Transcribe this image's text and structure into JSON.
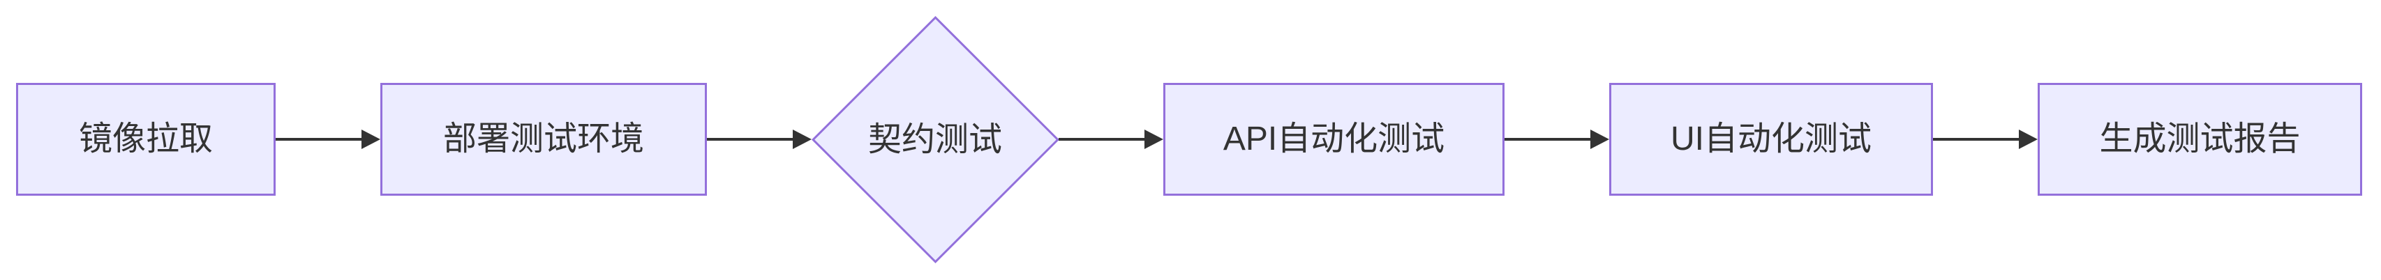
{
  "diagram": {
    "type": "flowchart",
    "direction": "left-to-right",
    "nodes": [
      {
        "id": "A",
        "label": "镜像拉取",
        "shape": "rectangle"
      },
      {
        "id": "B",
        "label": "部署测试环境",
        "shape": "rectangle"
      },
      {
        "id": "C",
        "label": "契约测试",
        "shape": "diamond"
      },
      {
        "id": "D",
        "label": "API自动化测试",
        "shape": "rectangle"
      },
      {
        "id": "E",
        "label": "UI自动化测试",
        "shape": "rectangle"
      },
      {
        "id": "F",
        "label": "生成测试报告",
        "shape": "rectangle"
      }
    ],
    "edges": [
      {
        "from": "A",
        "to": "B"
      },
      {
        "from": "B",
        "to": "C"
      },
      {
        "from": "C",
        "to": "D"
      },
      {
        "from": "D",
        "to": "E"
      },
      {
        "from": "E",
        "to": "F"
      }
    ],
    "colors": {
      "node_fill": "#ECECFF",
      "node_border": "#9370DB",
      "text": "#333333",
      "arrow": "#333333",
      "background": "#FFFFFF"
    }
  }
}
